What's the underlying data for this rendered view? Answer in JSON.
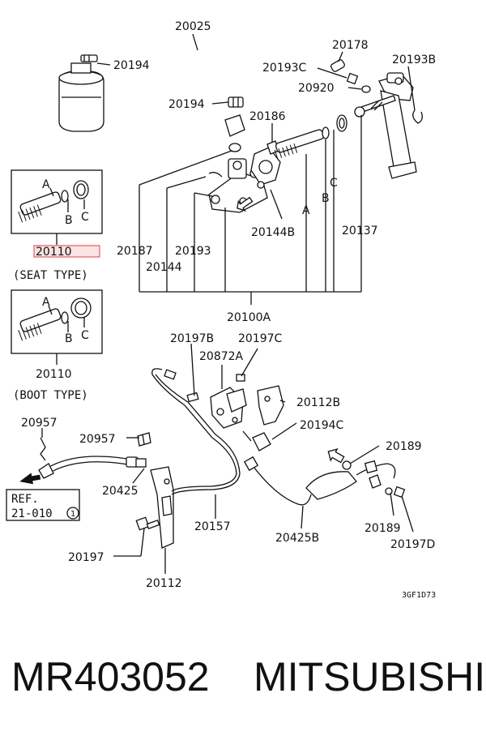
{
  "labels": {
    "p20025": "20025",
    "p20194a": "20194",
    "p20194b": "20194",
    "p20178": "20178",
    "p20193c": "20193C",
    "p20193b": "20193B",
    "p20920": "20920",
    "p20186": "20186",
    "p20110_seat": "20110",
    "seat_type": "(SEAT TYPE)",
    "p20110_boot": "20110",
    "boot_type": "(BOOT TYPE)",
    "p20187": "20187",
    "p20193": "20193",
    "p20144": "20144",
    "p20144b": "20144B",
    "p20137": "20137",
    "p20100a": "20100A",
    "p20197b": "20197B",
    "p20197c": "20197C",
    "p20872a": "20872A",
    "p20112b": "20112B",
    "p20194c": "20194C",
    "p20957a": "20957",
    "p20957b": "20957",
    "p20425": "20425",
    "p20189a": "20189",
    "p20189b": "20189",
    "p20197d": "20197D",
    "p20157": "20157",
    "p20425b": "20425B",
    "p20197": "20197",
    "p20112": "20112",
    "ref_line1": "REF.",
    "ref_line2": "21-010",
    "ref_circle": "1",
    "diagram_code": "3GF1D73",
    "letter_a": "A",
    "letter_b": "B",
    "letter_c": "C"
  },
  "footer": {
    "part_number": "MR403052",
    "brand": "MITSUBISHI"
  },
  "colors": {
    "highlight_border": "#e06060",
    "highlight_fill": "#fbe3e3"
  }
}
